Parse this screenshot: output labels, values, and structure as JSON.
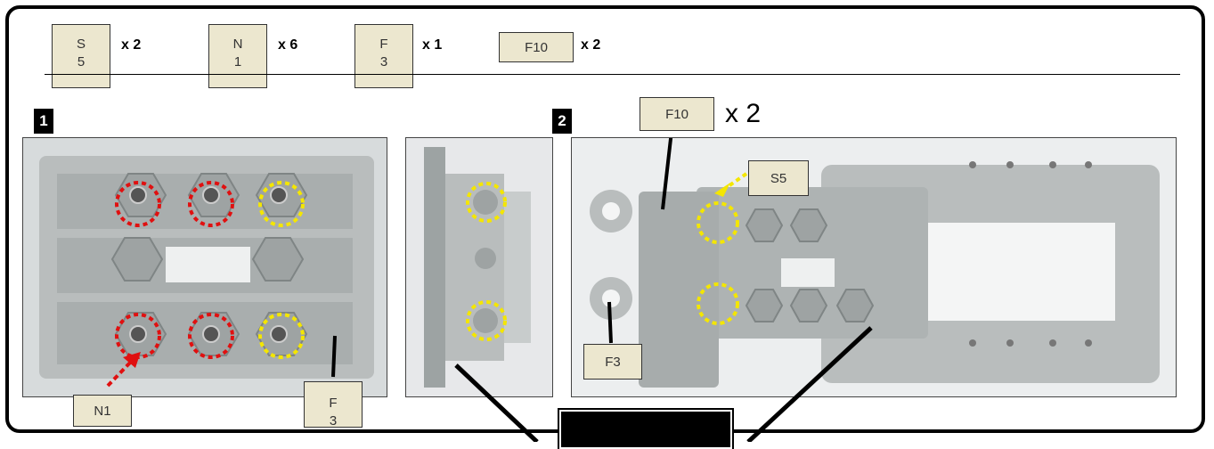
{
  "parts_list": [
    {
      "line1": "S",
      "line2": "5",
      "qty": "x 2"
    },
    {
      "line1": "N",
      "line2": "1",
      "qty": "x 6"
    },
    {
      "line1": "F",
      "line2": "3",
      "qty": "x 1"
    },
    {
      "line1": "F10",
      "line2": "",
      "qty": "x 2"
    }
  ],
  "steps": {
    "step1": "1",
    "step2": "2"
  },
  "callouts": {
    "n1": "N1",
    "f3_step1_line1": "F",
    "f3_step1_line2": "3",
    "f10": "F10",
    "f10_qty": "x 2",
    "s5": "S5",
    "f3_step2": "F3"
  },
  "colors": {
    "label_fill": "#ece7cf",
    "marker_red": "#e01010",
    "marker_yellow": "#f4e600",
    "photo_gray": "#b9bdbd"
  }
}
